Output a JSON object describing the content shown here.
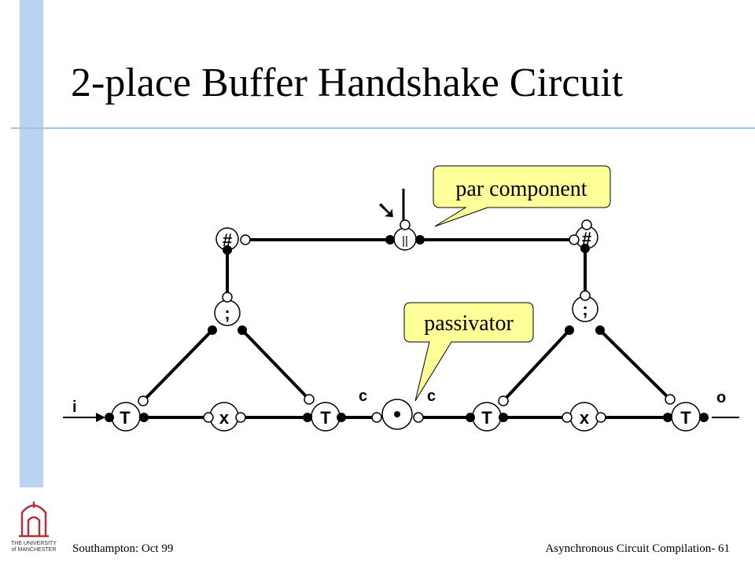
{
  "title": "2-place Buffer Handshake Circuit",
  "footer": {
    "left": "Southampton: Oct 99",
    "right": "Asynchronous Circuit Compilation- 61"
  },
  "logo": {
    "line1": "THE UNIVERSITY",
    "line2": "of MANCHESTER"
  },
  "callouts": {
    "par": "par component",
    "passivator": "passivator"
  },
  "nodes": {
    "rep_left": "#",
    "rep_right": "#",
    "par": "||",
    "seq_left": ";",
    "seq_right": ";",
    "t1": "T",
    "x1": "x",
    "t2": "T",
    "t3": "T",
    "x2": "x",
    "t4": "T"
  },
  "channels": {
    "i": "i",
    "c_left": "c",
    "c_right": "c",
    "o": "o"
  },
  "pointer_symbol": "➘",
  "colors": {
    "accent_bar": "#b8d4f0",
    "title_rule": "#9ec2ea",
    "callout_fill": "#ffff99",
    "logo_red": "#b5303a"
  }
}
